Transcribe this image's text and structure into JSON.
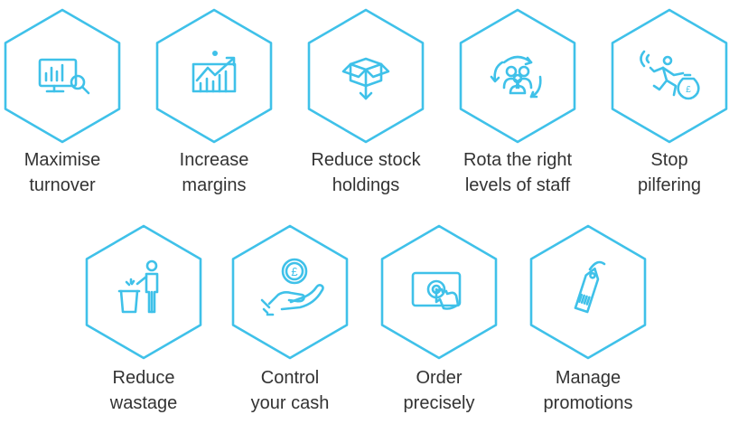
{
  "accent": "#3fc1e9",
  "text_color": "#333333",
  "features": [
    {
      "icon": "analytics-monitor-icon",
      "line1": "Maximise",
      "line2": "turnover"
    },
    {
      "icon": "rising-chart-icon",
      "line1": "Increase",
      "line2": "margins"
    },
    {
      "icon": "open-box-icon",
      "line1": "Reduce stock",
      "line2": "holdings"
    },
    {
      "icon": "staff-rotation-icon",
      "line1": "Rota the right",
      "line2": "levels of staff"
    },
    {
      "icon": "thief-running-icon",
      "line1": "Stop",
      "line2": "pilfering"
    },
    {
      "icon": "waste-bin-person-icon",
      "line1": "Reduce",
      "line2": "wastage"
    },
    {
      "icon": "hand-coin-icon",
      "line1": "Control",
      "line2": "your cash"
    },
    {
      "icon": "touch-screen-icon",
      "line1": "Order",
      "line2": "precisely"
    },
    {
      "icon": "price-tag-icon",
      "line1": "Manage",
      "line2": "promotions"
    }
  ]
}
